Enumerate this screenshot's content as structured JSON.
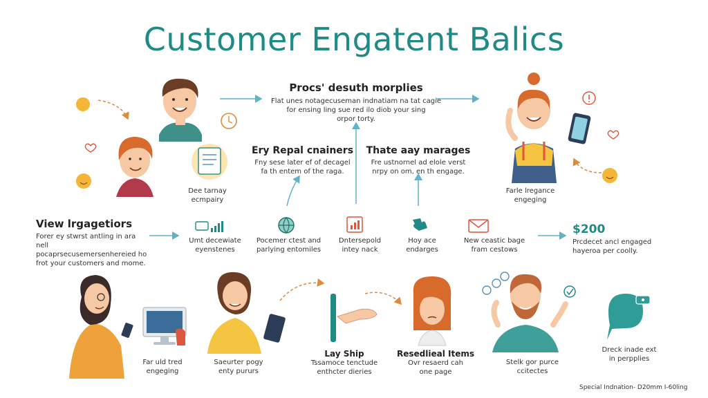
{
  "title": "Customer Engatent Balics",
  "top_center": {
    "heading": "Procs' desuth morplies",
    "text": [
      "Flat unes notagecuseman indnatiam na tat cagie",
      "for ensing ling sue red ilo diob your sing",
      "orpor torty."
    ]
  },
  "mid_left": {
    "heading": "Ery Repal cnainers",
    "text": [
      "Fny sese later ef of decagel",
      "fa th entem of the raga."
    ]
  },
  "mid_right": {
    "heading": "Thate aay marages",
    "text": [
      "Fre ustnornel ad elole verst",
      "nrpy on om, en th engage."
    ]
  },
  "left_person_caption": [
    "Dee tarnay",
    "ecmpairy"
  ],
  "right_person_caption": [
    "Farle lregance",
    "engeging"
  ],
  "view": {
    "heading": "View lrgagetiors",
    "text": [
      "Forer ey stwrst antling in ara nell",
      "pocaprsecusemersenhereied ho",
      "frot your customers and mome."
    ]
  },
  "row_items": [
    {
      "icon": "chart-icon",
      "text": [
        "Umt decewiate",
        "eyenstenes"
      ]
    },
    {
      "icon": "globe-icon",
      "text": [
        "Pocemer ctest and",
        "parlying entomiles"
      ]
    },
    {
      "icon": "document-icon",
      "text": [
        "Dntersepold",
        "intey nack"
      ]
    },
    {
      "icon": "puzzle-icon",
      "text": [
        "Hoy ace",
        "endarges"
      ]
    },
    {
      "icon": "mail-icon",
      "text": [
        "New ceastic bage",
        "fram cestows"
      ]
    }
  ],
  "price": {
    "value": "$200",
    "text": [
      "Prcdecet ancl engaged",
      "hayeroa per coolly."
    ]
  },
  "bottom_captions": [
    [
      "Far uld tred",
      "engeging"
    ],
    [
      "Saeurter pogy",
      "enty pururs"
    ],
    [
      "Lay Ship",
      "Tssamoce tenctude",
      "enthcter dieries"
    ],
    [
      "Resedlieal Items",
      "Ovr resaerd cah",
      "one page"
    ],
    [
      "Stelk gor purce",
      "ccitectes"
    ],
    [
      "Dreck inade ext",
      "in perpplies"
    ]
  ],
  "footer": "Special Indnation- D20mm I-60ling",
  "colors": {
    "teal": "#1f8a86",
    "orange": "#f0a23a",
    "red": "#e0553d",
    "skin": "#f6c8a3",
    "hair_brown": "#6b3d24",
    "hair_orange": "#d86a2c",
    "blue": "#5d8fb8"
  }
}
